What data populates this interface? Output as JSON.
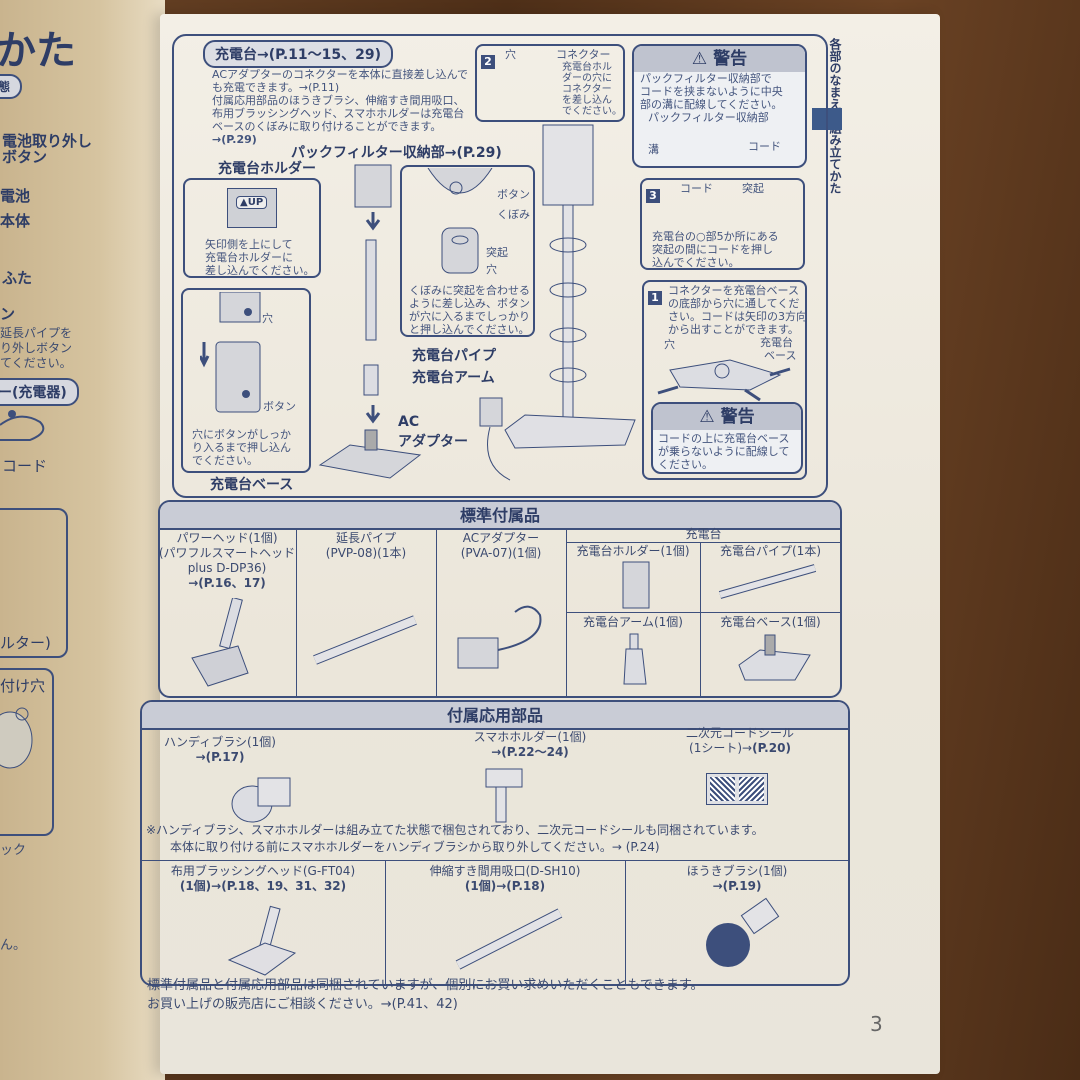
{
  "left_page": {
    "title_fragment": "かた",
    "pill_top": "態",
    "labels": [
      "電池取り外し",
      "ボタン",
      "電池",
      "本体",
      "ふた",
      "ン"
    ],
    "note_lines": [
      "延長パイプを",
      "り外しボタン",
      "てください。"
    ],
    "pill_charger": "ー(充電器)",
    "cord": "コード",
    "filter_label": "ルター)",
    "hook_label": "付け穴",
    "tick_label": "ック",
    "bottom_fragment": "ん。"
  },
  "side_tab": {
    "text": "各部のなまえと組み立てかた",
    "color": "#3d5a8a"
  },
  "charger_section": {
    "title": "充電台→(P.11～15、29)",
    "intro": [
      "ACアダプターのコネクターを本体に直接差し込んで",
      "も充電できます。→(P.11)",
      "付属応用部品のほうきブラシ、伸縮すき間用吸口、",
      "布用ブラッシングヘッド、スマホホルダーは充電台",
      "ベースのくぼみに取り付けることができます。",
      "→(P.29)"
    ],
    "pack_filter_label": "パックフィルター収納部→(P.29)",
    "holder_label": "充電台ホルダー",
    "up_label": "UP",
    "up_note": [
      "矢印側を上にして",
      "充電台ホルダーに",
      "差し込んでください。"
    ],
    "button_label": "ボタン",
    "recess_label": "くぼみ",
    "protrusion_label": "突起",
    "hole_label": "穴",
    "recess_note": [
      "くぼみに突起を合わせる",
      "ように差し込み、ボタン",
      "が穴に入るまでしっかり",
      "と押し込んでください。"
    ],
    "hole_note": [
      "穴にボタンがしっか",
      "り入るまで押し込ん",
      "でください。"
    ],
    "pipe_label": "充電台パイプ",
    "arm_label": "充電台アーム",
    "base_label": "充電台ベース",
    "ac_label": [
      "AC",
      "アダプター"
    ],
    "step2": {
      "num": "2",
      "hole": "穴",
      "connector": "コネクター",
      "text": [
        "充電台ホル",
        "ダーの穴に",
        "コネクター",
        "を差し込ん",
        "でください。"
      ]
    },
    "warning1": {
      "title": "警告",
      "text": [
        "パックフィルター収納部で",
        "コードを挟まないように中央",
        "部の溝に配線してください。"
      ],
      "sub": "パックフィルター収納部",
      "groove": "溝",
      "cord": "コード"
    },
    "step3": {
      "num": "3",
      "cord": "コード",
      "protrusion": "突起",
      "text": [
        "充電台の○部5か所にある",
        "突起の間にコードを押し",
        "込んでください。"
      ]
    },
    "step1": {
      "num": "1",
      "text": [
        "コネクターを充電台ベース",
        "の底部から穴に通してくだ",
        "さい。コードは矢印の3方向",
        "から出すことができます。"
      ],
      "hole": "穴",
      "base": [
        "充電台",
        "ベース"
      ]
    },
    "warning2": {
      "title": "警告",
      "text": [
        "コードの上に充電台ベース",
        "が乗らないように配線して",
        "ください。"
      ]
    }
  },
  "standard_accessories": {
    "title": "標準付属品",
    "items": [
      {
        "lines": [
          "パワーヘッド(1個)",
          "(パワフルスマートヘッド",
          "plus D-DP36)"
        ],
        "ref": "→(P.16、17)"
      },
      {
        "lines": [
          "延長パイプ",
          "(PVP-08)(1本)"
        ]
      },
      {
        "lines": [
          "ACアダプター",
          "(PVA-07)(1個)"
        ]
      }
    ],
    "charger_group": "充電台",
    "charger_items": [
      "充電台ホルダー(1個)",
      "充電台パイプ(1本)",
      "充電台アーム(1個)",
      "充電台ベース(1個)"
    ]
  },
  "optional_parts": {
    "title": "付属応用部品",
    "top_items": [
      {
        "name": "ハンディブラシ(1個)",
        "ref": "→(P.17)"
      },
      {
        "name": "スマホホルダー(1個)",
        "ref": "→(P.22～24)"
      },
      {
        "name": "二次元コードシール",
        "name2": "(1シート)→",
        "ref": "(P.20)"
      }
    ],
    "note": [
      "※ハンディブラシ、スマホホルダーは組み立てた状態で梱包されており、二次元コードシールも同梱されています。",
      "本体に取り付ける前にスマホホルダーをハンディブラシから取り外してください。→ (P.24)"
    ],
    "bottom_items": [
      {
        "name": "布用ブラッシングヘッド(G-FT04)",
        "ref": "(1個)→(P.18、19、31、32)"
      },
      {
        "name": "伸縮すき間用吸口(D-SH10)",
        "ref": "(1個)→(P.18)"
      },
      {
        "name": "ほうきブラシ(1個)",
        "ref": "→(P.19)"
      }
    ]
  },
  "footer": [
    "標準付属品と付属応用部品は同梱されていますが、個別にお買い求めいただくこともできます。",
    "お買い上げの販売店にご相談ください。→(P.41、42)"
  ],
  "page_number": "3"
}
